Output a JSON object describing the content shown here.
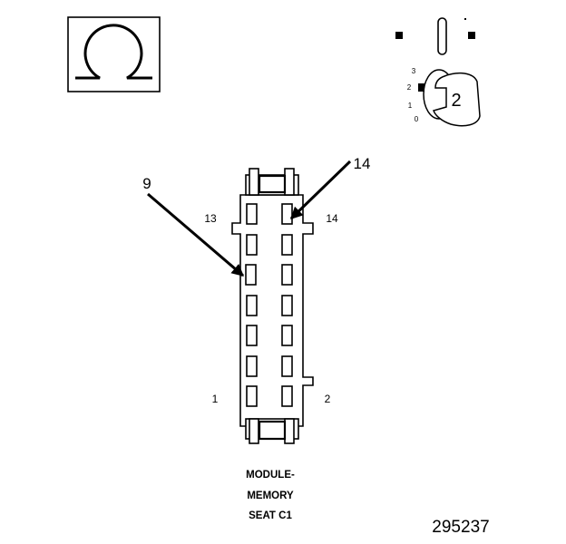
{
  "icons": {
    "meter": "ohmmeter-icon",
    "ignition": "ignition-switch-icon",
    "key": "ignition-key-icon"
  },
  "ignition": {
    "positions": [
      "3",
      "2",
      "1",
      "0"
    ],
    "key_position": "2"
  },
  "connector": {
    "pin_labels": {
      "top_left": "13",
      "top_right": "14",
      "bottom_left": "1",
      "bottom_right": "2"
    },
    "callouts": [
      {
        "label": "9"
      },
      {
        "label": "14"
      }
    ],
    "caption": [
      "MODULE-",
      "MEMORY",
      "SEAT C1"
    ]
  },
  "figure_number": "295237"
}
